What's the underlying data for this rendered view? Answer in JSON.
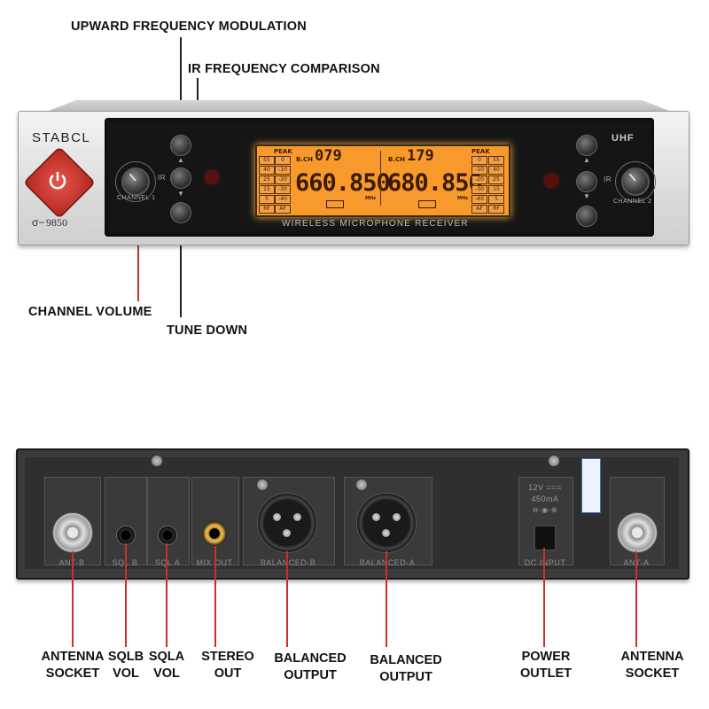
{
  "front": {
    "brand": "STABCL",
    "model": "9850",
    "uhf_badge": "UHF",
    "channel1_label": "CHANNEL 1",
    "channel2_label": "CHANNEL 2",
    "ir_label": "IR",
    "receiver_title": "WIRELESS MICROPHONE RECEIVER",
    "lcd": {
      "ch_a_label": "B.CH",
      "ch_a_num": "079",
      "freq_a": "660.850",
      "ch_b_label": "B.CH",
      "ch_b_num": "179",
      "freq_b": "680.850",
      "unit": "MHz",
      "peak": "PEAK",
      "rf": "RF",
      "af": "AF",
      "meter_left": [
        "55",
        "40",
        "25",
        "15",
        "5"
      ],
      "meter_right": [
        "0",
        "-10",
        "-20",
        "-30",
        "-40"
      ],
      "meter_left2": [
        "0",
        "-10",
        "-20",
        "-30",
        "-40"
      ],
      "meter_right2": [
        "55",
        "40",
        "25",
        "15",
        "5"
      ]
    }
  },
  "front_callouts": {
    "upward": "UPWARD FREQUENCY MODULATION",
    "ir_compare": "IR FREQUENCY COMPARISON",
    "channel_volume": "CHANNEL VOLUME",
    "tune_down": "TUNE DOWN"
  },
  "rear": {
    "labels": {
      "ant_b": "ANT-B",
      "sql_b": "SQL B",
      "sql_a": "SQL A",
      "mix_out": "MIX OUT",
      "balanced_b": "BALANCED-B",
      "balanced_a": "BALANCED-A",
      "dc_input": "DC INPUT",
      "ant_a": "ANT-A",
      "power_spec1": "12V ===",
      "power_spec2": "450mA"
    }
  },
  "rear_callouts": {
    "antenna1_l1": "ANTENNA",
    "antenna1_l2": "SOCKET",
    "sqlb_l1": "SQLB",
    "sqlb_l2": "VOL",
    "sqla_l1": "SQLA",
    "sqla_l2": "VOL",
    "stereo_l1": "STEREO",
    "stereo_l2": "OUT",
    "bal1_l1": "BALANCED",
    "bal1_l2": "OUTPUT",
    "bal2_l1": "BALANCED",
    "bal2_l2": "OUTPUT",
    "power_l1": "POWER",
    "power_l2": "OUTLET",
    "antenna2_l1": "ANTENNA",
    "antenna2_l2": "SOCKET"
  },
  "colors": {
    "lcd": "#f79a2b",
    "power_button": "#c9302c",
    "callout_line": "#c9302c"
  }
}
